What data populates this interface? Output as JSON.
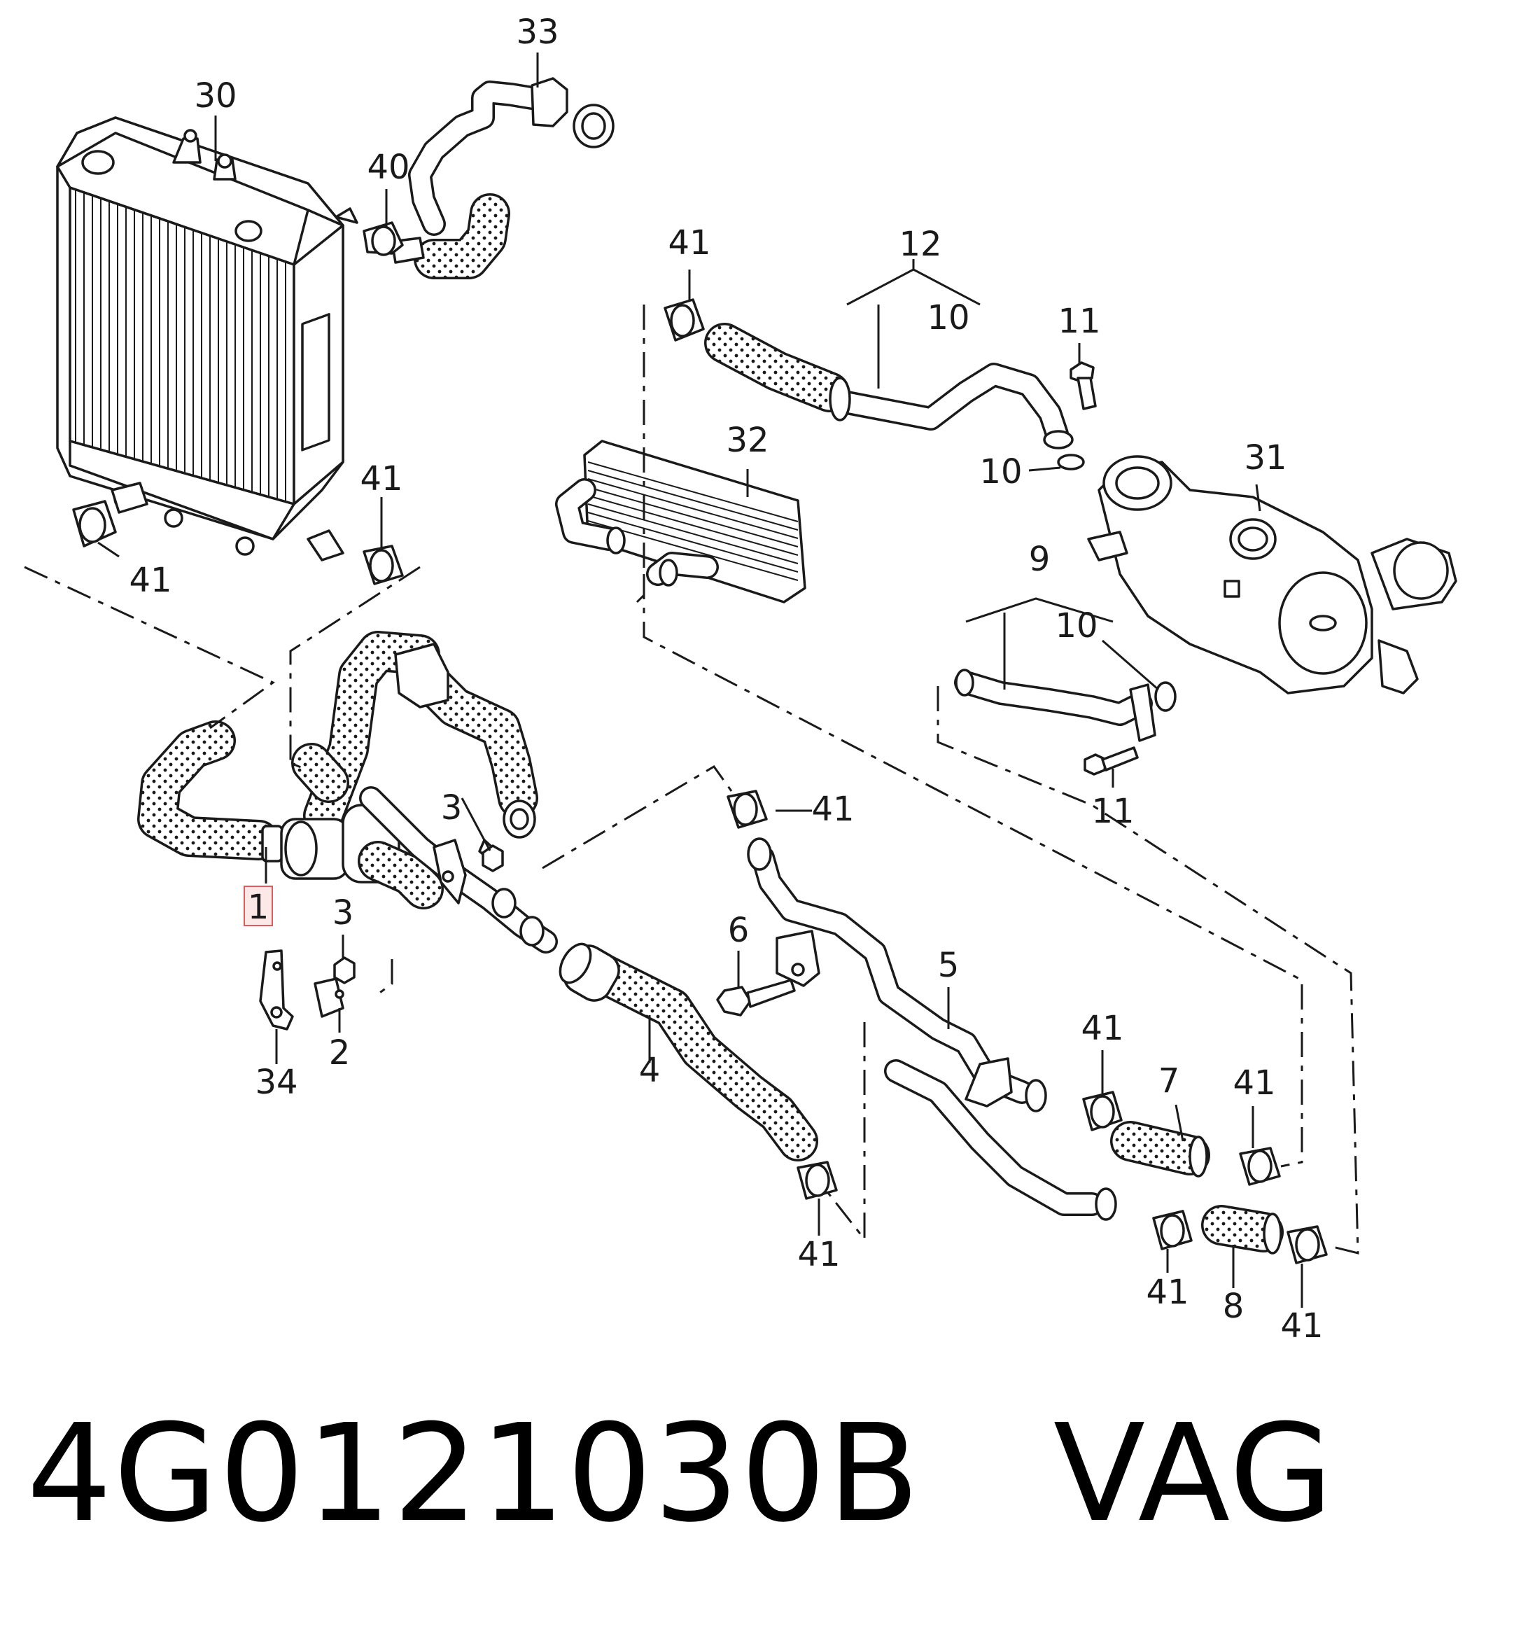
{
  "title": "4G0121030B   VAG",
  "colors": {
    "ink": "#1a1a1a",
    "highlight_fill": "#fde8e8",
    "highlight_border": "#e05a5a"
  },
  "callouts": {
    "c1": "1",
    "c2": "2",
    "c3a": "3",
    "c3b": "3",
    "c4": "4",
    "c5": "5",
    "c6": "6",
    "c7": "7",
    "c8": "8",
    "c9": "9",
    "c10a": "10",
    "c10b": "10",
    "c10c": "10",
    "c11a": "11",
    "c11b": "11",
    "c12": "12",
    "c30": "30",
    "c31": "31",
    "c32": "32",
    "c33": "33",
    "c34": "34",
    "c40": "40",
    "c41a": "41",
    "c41b": "41",
    "c41c": "41",
    "c41d": "41",
    "c41e": "41",
    "c41f": "41",
    "c41g": "41",
    "c41h": "41",
    "c41i": "41"
  },
  "highlighted_callout": "1"
}
